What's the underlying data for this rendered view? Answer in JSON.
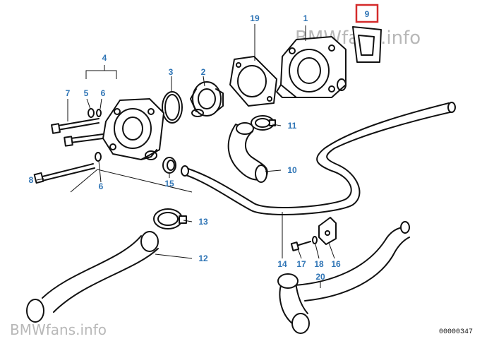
{
  "watermark_top": "BMWfans.info",
  "watermark_bottom": "BMWfans.info",
  "diagram_number": "00000347",
  "highlight_color": "#d42b2b",
  "callout_color": "#2e74b5",
  "callouts": {
    "c1": "1",
    "c2": "2",
    "c3": "3",
    "c4": "4",
    "c5": "5",
    "c6a": "6",
    "c6b": "6",
    "c7": "7",
    "c8": "8",
    "c9": "9",
    "c10": "10",
    "c11": "11",
    "c12": "12",
    "c13": "13",
    "c14": "14",
    "c15": "15",
    "c16": "16",
    "c17": "17",
    "c18": "18",
    "c19": "19",
    "c20": "20"
  }
}
